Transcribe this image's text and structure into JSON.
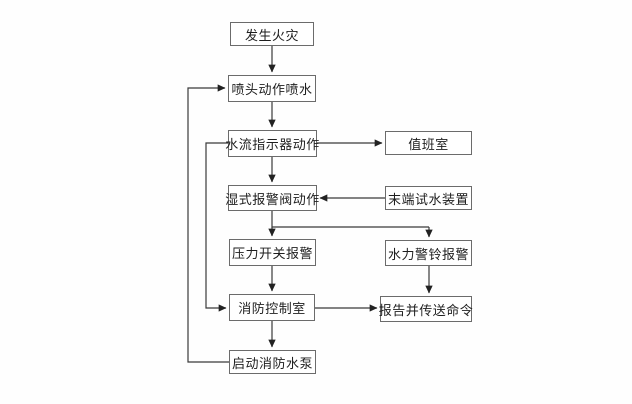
{
  "diagram": {
    "type": "flowchart",
    "colors": {
      "background": "#ffffff",
      "box_border": "#6b6b6b",
      "line": "#3a3a3a",
      "text": "#1e1e1e"
    }
  },
  "nodes": [
    {
      "id": "fire-occurs",
      "label": "发生火灾"
    },
    {
      "id": "sprinkler-sprays",
      "label": "喷头动作喷水"
    },
    {
      "id": "flow-indicator",
      "label": "水流指示器动作"
    },
    {
      "id": "duty-room",
      "label": "值班室"
    },
    {
      "id": "wet-alarm-valve",
      "label": "湿式报警阀动作"
    },
    {
      "id": "end-test-device",
      "label": "末端试水装置"
    },
    {
      "id": "pressure-switch",
      "label": "压力开关报警"
    },
    {
      "id": "hydraulic-bell",
      "label": "水力警铃报警"
    },
    {
      "id": "fire-control-room",
      "label": "消防控制室"
    },
    {
      "id": "report-command",
      "label": "报告并传送命令"
    },
    {
      "id": "start-fire-pump",
      "label": "启动消防水泵"
    }
  ],
  "edges": [
    {
      "from": "发生火灾",
      "to": "喷头动作喷水",
      "direction": "down"
    },
    {
      "from": "喷头动作喷水",
      "to": "水流指示器动作",
      "direction": "down"
    },
    {
      "from": "水流指示器动作",
      "to": "值班室",
      "direction": "right"
    },
    {
      "from": "水流指示器动作",
      "to": "湿式报警阀动作",
      "direction": "down"
    },
    {
      "from": "水流指示器动作",
      "to": "消防控制室",
      "direction": "left-loop-down"
    },
    {
      "from": "末端试水装置",
      "to": "湿式报警阀动作",
      "direction": "left"
    },
    {
      "from": "湿式报警阀动作",
      "to": "压力开关报警",
      "direction": "down"
    },
    {
      "from": "湿式报警阀动作",
      "to": "水力警铃报警",
      "direction": "branch-right-down"
    },
    {
      "from": "压力开关报警",
      "to": "消防控制室",
      "direction": "down"
    },
    {
      "from": "水力警铃报警",
      "to": "报告并传送命令",
      "direction": "down"
    },
    {
      "from": "消防控制室",
      "to": "报告并传送命令",
      "direction": "right"
    },
    {
      "from": "消防控制室",
      "to": "启动消防水泵",
      "direction": "down"
    },
    {
      "from": "启动消防水泵",
      "to": "喷头动作喷水",
      "direction": "left-loop-up"
    }
  ]
}
